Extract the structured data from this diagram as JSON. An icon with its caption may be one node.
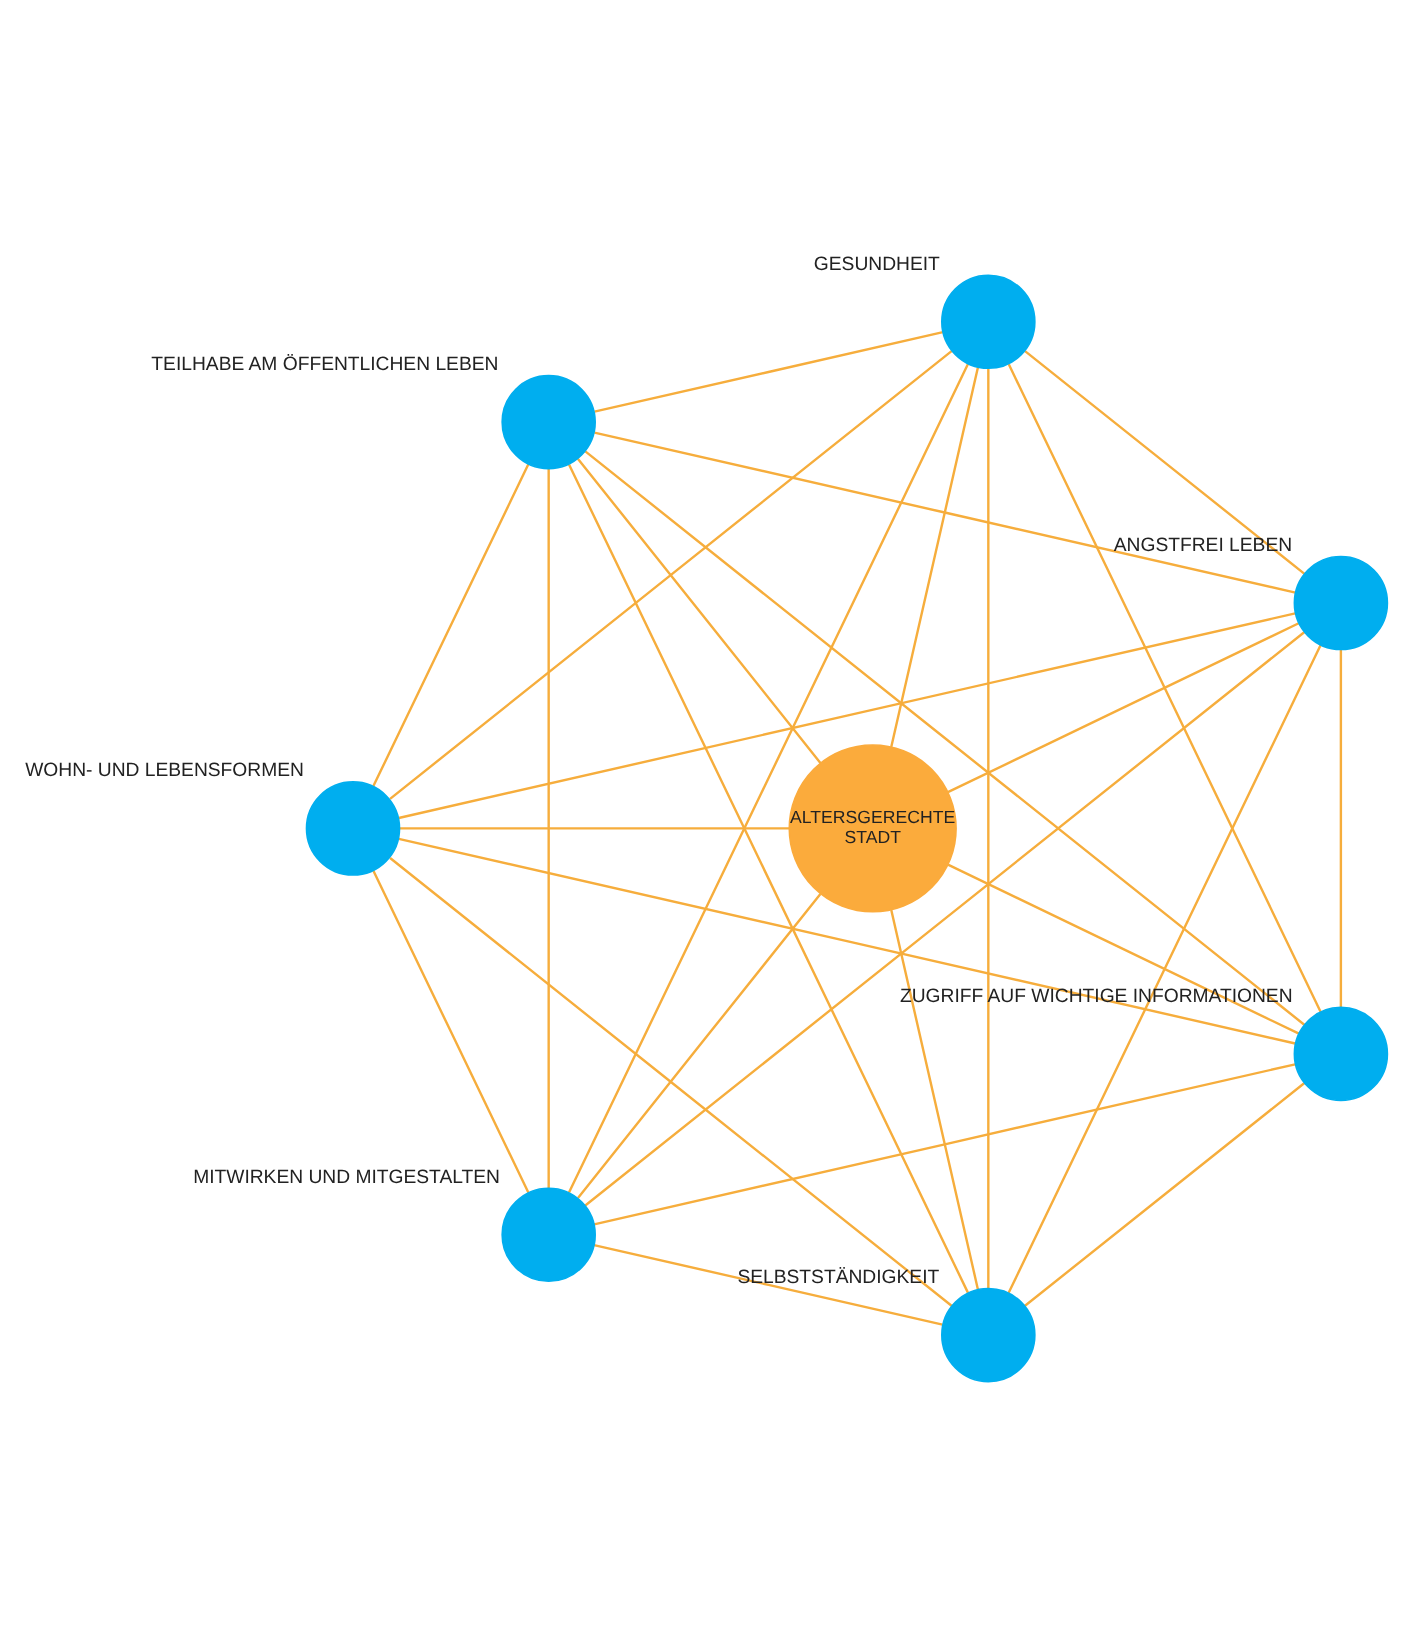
{
  "diagram": {
    "nodes": [
      {
        "text": [],
        "shape": "circle",
        "beside": [
          "MITWIRKEN UND MITGESTALTEN"
        ]
      },
      {
        "text": [],
        "shape": "circle",
        "beside": [
          "SELBSTSTÄNDIGKEIT"
        ]
      },
      {
        "text": [],
        "shape": "circle",
        "beside": [
          "ZUGRIFF AUF WICHTIGE INFORMATIONEN"
        ]
      },
      {
        "text": [
          "ALTERSGERECHTE STADT"
        ]
      },
      {
        "text": [],
        "shape": "circle",
        "beside": [
          "ANGSTFREI LEBEN"
        ]
      },
      {
        "text": [],
        "shape": "circle",
        "beside": [
          "GESUNDHEIT"
        ]
      },
      {
        "text": [],
        "shape": "circle",
        "beside": [
          "TEILHABE AM ÖFFENTLICHEN LEBEN"
        ]
      },
      {
        "text": [],
        "shape": "circle",
        "beside": [
          "WOHN- UND LEBENSFORMEN"
        ]
      }
    ],
    "edges": [
      {
        "from": 0,
        "to": 1,
        "arrow": "none"
      },
      {
        "from": 0,
        "to": 2,
        "arrow": "none"
      },
      {
        "from": 0,
        "to": 3,
        "arrow": "none"
      },
      {
        "from": 0,
        "to": 4,
        "arrow": "none"
      },
      {
        "from": 0,
        "to": 5,
        "arrow": "none"
      },
      {
        "from": 0,
        "to": 6,
        "arrow": "none"
      },
      {
        "from": 0,
        "to": 7,
        "arrow": "none"
      },
      {
        "from": 1,
        "to": 2,
        "arrow": "none"
      },
      {
        "from": 1,
        "to": 3,
        "arrow": "none"
      },
      {
        "from": 1,
        "to": 4,
        "arrow": "none"
      },
      {
        "from": 1,
        "to": 5,
        "arrow": "none"
      },
      {
        "from": 1,
        "to": 6,
        "arrow": "none"
      },
      {
        "from": 1,
        "to": 7,
        "arrow": "none"
      },
      {
        "from": 2,
        "to": 3,
        "arrow": "none"
      },
      {
        "from": 2,
        "to": 4,
        "arrow": "none"
      },
      {
        "from": 2,
        "to": 5,
        "arrow": "none"
      },
      {
        "from": 2,
        "to": 6,
        "arrow": "none"
      },
      {
        "from": 2,
        "to": 7,
        "arrow": "none"
      },
      {
        "from": 3,
        "to": 4,
        "arrow": "none"
      },
      {
        "from": 3,
        "to": 5,
        "arrow": "none"
      },
      {
        "from": 3,
        "to": 6,
        "arrow": "none"
      },
      {
        "from": 3,
        "to": 7,
        "arrow": "none"
      },
      {
        "from": 4,
        "to": 5,
        "arrow": "none"
      },
      {
        "from": 4,
        "to": 6,
        "arrow": "none"
      },
      {
        "from": 4,
        "to": 7,
        "arrow": "none"
      },
      {
        "from": 5,
        "to": 6,
        "arrow": "none"
      },
      {
        "from": 5,
        "to": 7,
        "arrow": "none"
      },
      {
        "from": 6,
        "to": 7,
        "arrow": "none"
      }
    ]
  }
}
